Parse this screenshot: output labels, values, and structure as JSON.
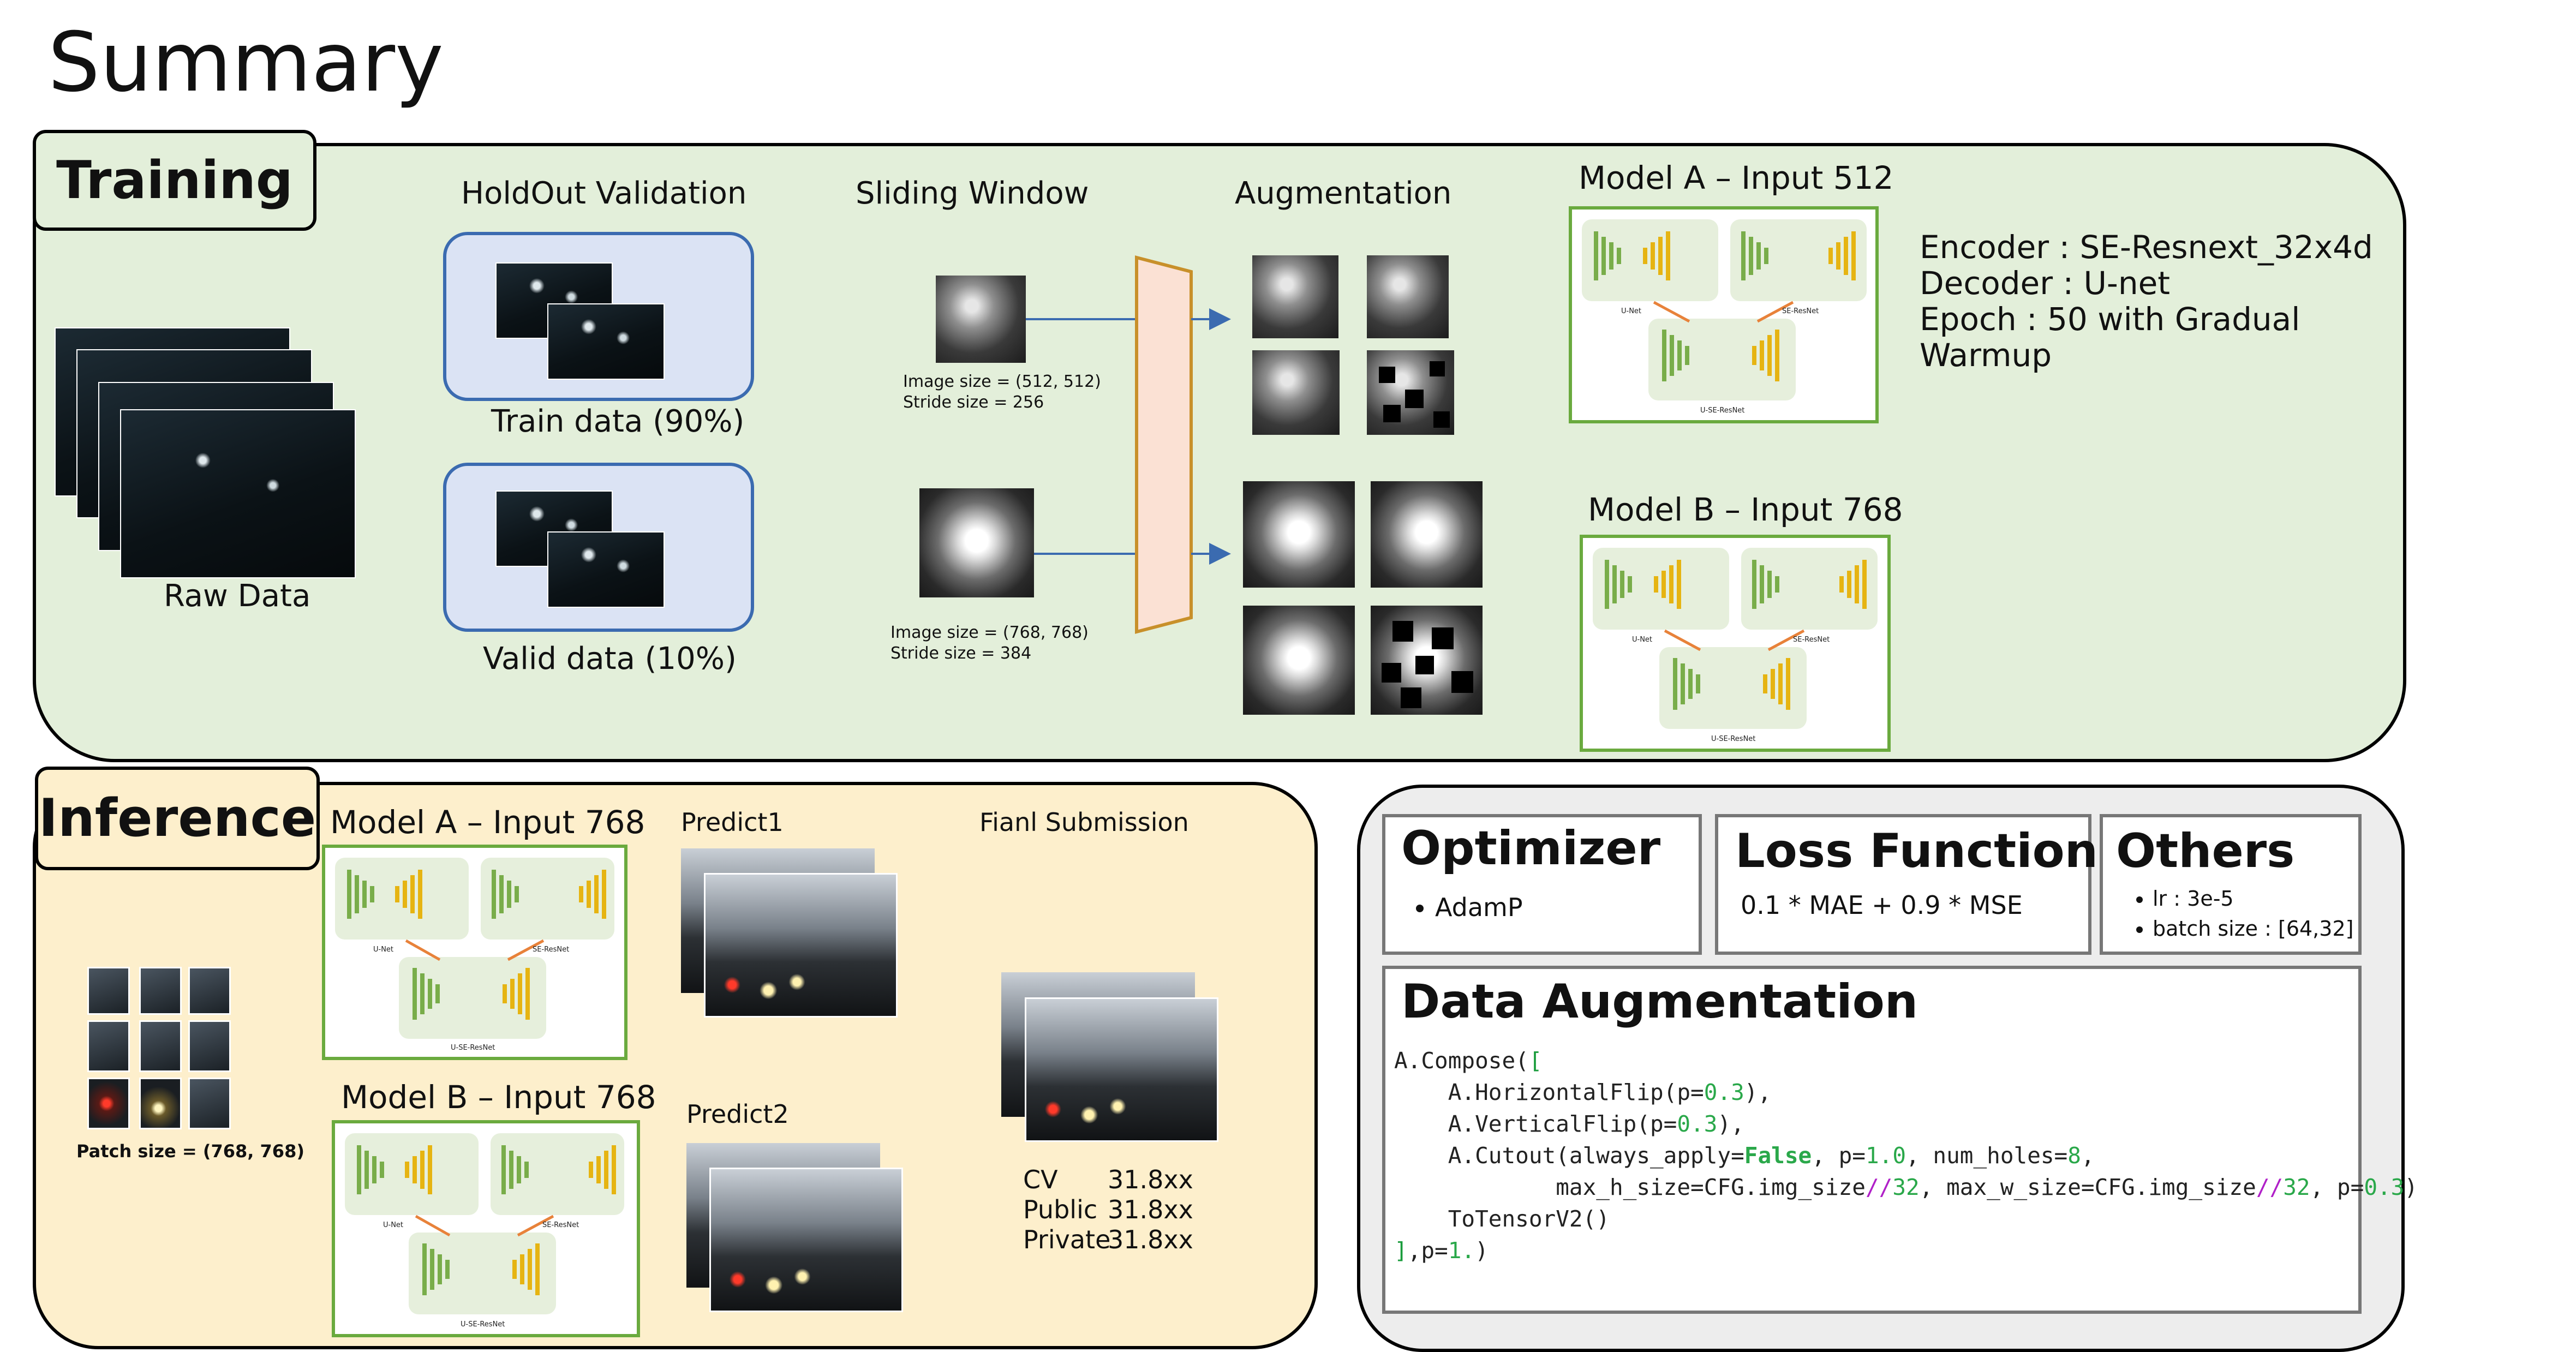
{
  "title": "Summary",
  "training": {
    "tab_label": "Training",
    "raw_data_label": "Raw Data",
    "holdout_title": "HoldOut Validation",
    "train_label": "Train data (90%)",
    "valid_label": "Valid data (10%)",
    "sliding_title": "Sliding Window",
    "sw512_line1": "Image size = (512, 512)",
    "sw512_line2": "Stride size = 256",
    "sw768_line1": "Image size = (768, 768)",
    "sw768_line2": "Stride size = 384",
    "augmentation_title": "Augmentation",
    "model_a_title": "Model A – Input 512",
    "model_b_title": "Model B – Input 768",
    "encoder": "Encoder : SE-Resnext_32x4d",
    "decoder": "Decoder : U-net",
    "epoch_line1": "Epoch : 50 with Gradual",
    "epoch_line2": "Warmup"
  },
  "model_diagram": {
    "unet": "U-Net",
    "seresnet": "SE-ResNet",
    "useresnet": "U-SE-ResNet"
  },
  "inference": {
    "tab_label": "Inference",
    "model_a_title": "Model A – Input 768",
    "model_b_title": "Model B – Input 768",
    "patch_label": "Patch size = (768, 768)",
    "predict1": "Predict1",
    "predict2": "Predict2",
    "final_title": "Fianl Submission",
    "scores": [
      {
        "name": "CV",
        "value": "31.8xx"
      },
      {
        "name": "Public",
        "value": "31.8xx"
      },
      {
        "name": "Private",
        "value": "31.8xx"
      }
    ]
  },
  "optimizer": {
    "title": "Optimizer",
    "items": [
      "AdamP"
    ]
  },
  "loss": {
    "title": "Loss Function",
    "text": "0.1 * MAE + 0.9 * MSE"
  },
  "others": {
    "title": "Others",
    "items": [
      "lr : 3e-5",
      "batch size : [64,32]"
    ]
  },
  "data_aug": {
    "title": "Data Augmentation"
  },
  "colors": {
    "training_bg": "#e3efda",
    "inference_bg": "#fdefcc",
    "config_bg": "#ededed",
    "valid_box": "#dbe3f4",
    "model_border": "#6aaa3e",
    "arrow_blue": "#3b6bb0",
    "trapezoid": "#fbe1d4"
  }
}
